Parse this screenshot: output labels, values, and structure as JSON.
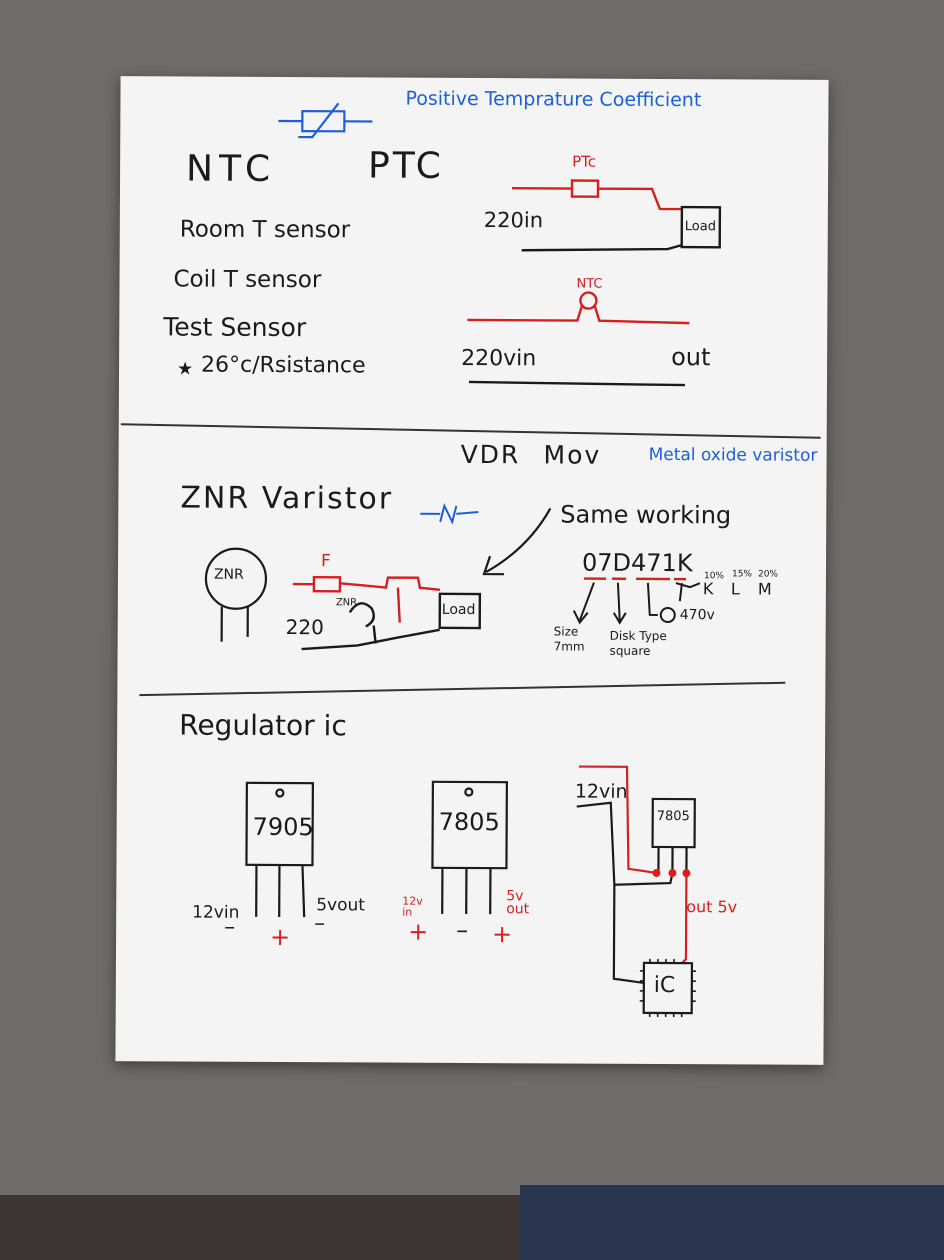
{
  "photo": {
    "sections": {
      "thermistor": {
        "ptc_caption": "Positive Temprature Coefficient",
        "ntc_title": "NTC",
        "ptc_title": "PTC",
        "uses": [
          "Room T sensor",
          "Coil T sensor",
          "Test Sensor",
          "26°c/Rsistance"
        ],
        "ptc_circuit": {
          "part_label": "PTc",
          "input_label": "220in",
          "load_label": "Load"
        },
        "ntc_circuit": {
          "part_label": "NTC",
          "input_label": "220vin",
          "output_label": "out"
        }
      },
      "varistor": {
        "aliases": [
          "VDR",
          "Mov"
        ],
        "mov_caption": "Metal oxide varistor",
        "title": "ZNR Varistor",
        "note": "Same working",
        "part_label": "ZNR",
        "circuit": {
          "fuse_label": "F",
          "input_label": "220",
          "part_label": "ZNR",
          "load_label": "Load"
        },
        "code": {
          "value": "07D471K",
          "tolerances": [
            {
              "percent": "10%",
              "letter": "K"
            },
            {
              "percent": "15%",
              "letter": "L"
            },
            {
              "percent": "20%",
              "letter": "M"
            }
          ],
          "size_label": "Size\n7mm",
          "type_label": "Disk Type\nsquare",
          "voltage_label": "470v"
        }
      },
      "regulator": {
        "title": "Regulator ic",
        "ic_7905": {
          "label": "7905",
          "in_label": "12vin",
          "out_label": "5vout",
          "in_sign": "–",
          "gnd_sign": "+",
          "out_sign": "–"
        },
        "ic_7805": {
          "label": "7805",
          "in_label": "12v\nin",
          "out_label": "5v\nout",
          "in_sign": "+",
          "gnd_sign": "–",
          "out_sign": "+"
        },
        "circuit": {
          "input_label": "12vin",
          "reg_label": "7805",
          "output_label": "out 5v",
          "ic_label": "iC"
        }
      }
    }
  },
  "colors": {
    "ink": "#1a1a1a",
    "red_pen": "#d42020",
    "blue_pen": "#1f5fd6",
    "paper": "#f4f4f4"
  }
}
